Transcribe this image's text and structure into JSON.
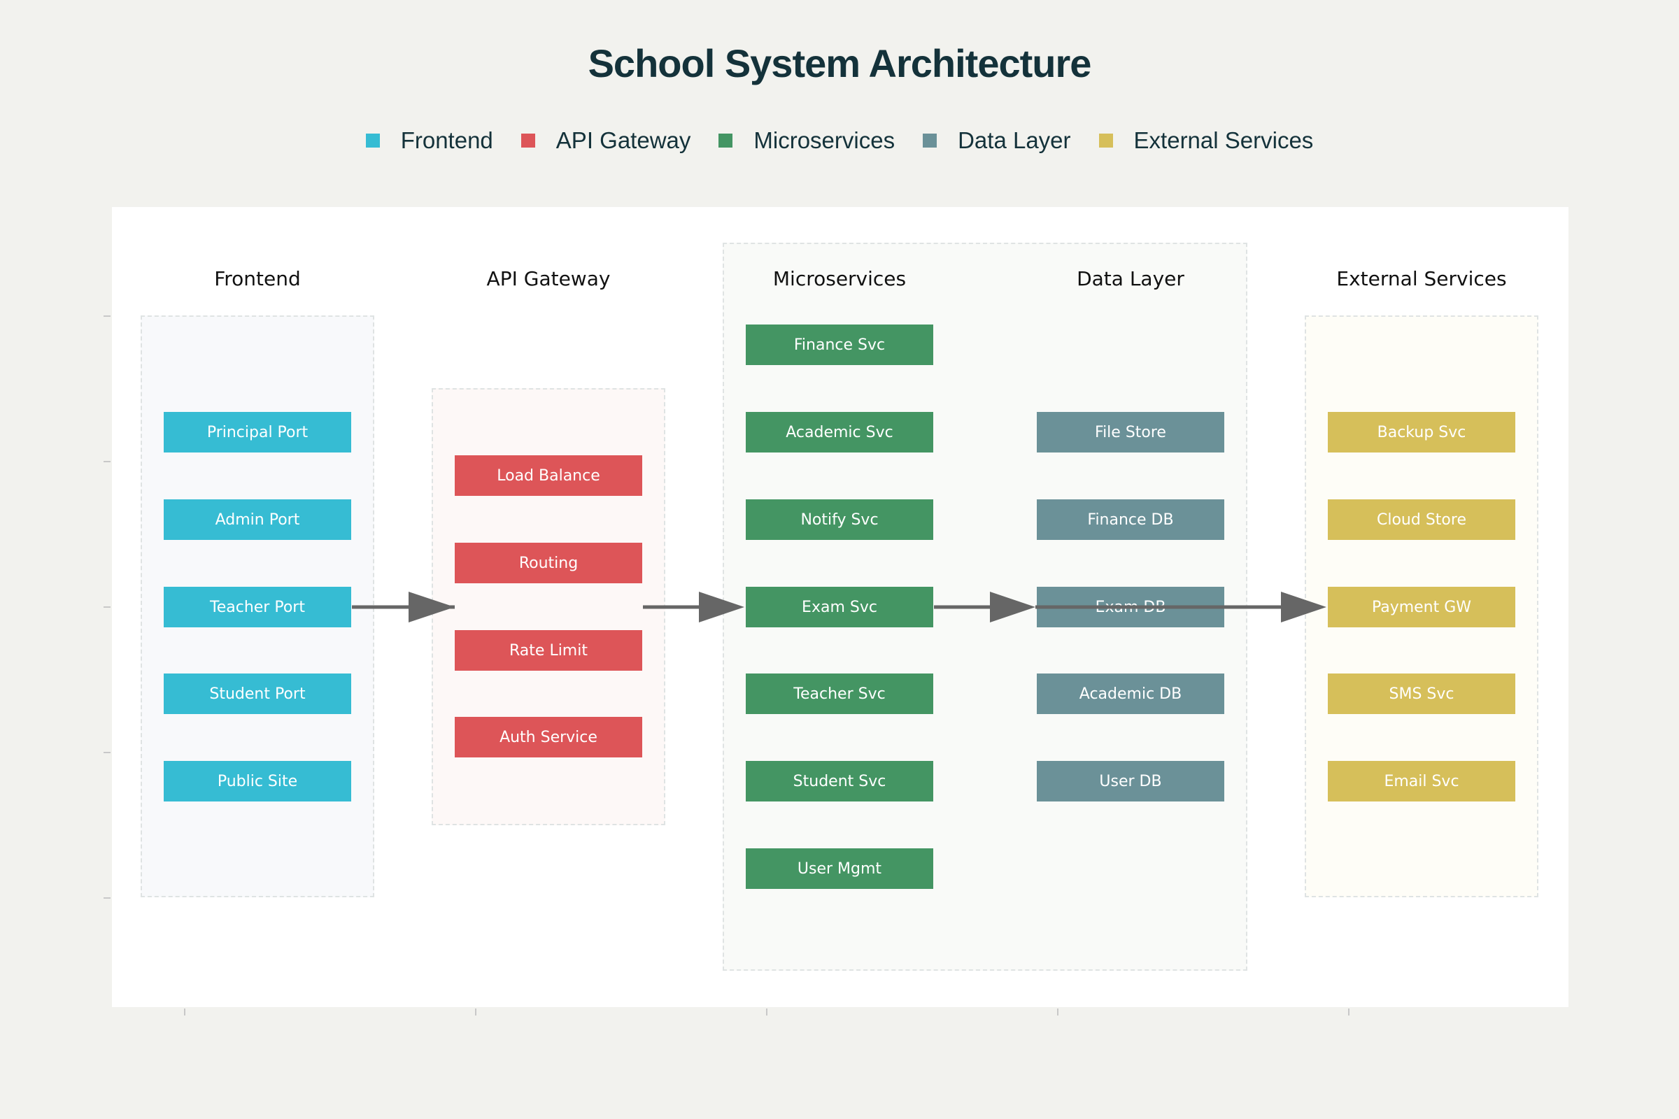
{
  "title": "School System Architecture",
  "legend": [
    {
      "label": "Frontend",
      "color": "#36bcd3"
    },
    {
      "label": "API Gateway",
      "color": "#dd5558"
    },
    {
      "label": "Microservices",
      "color": "#449563"
    },
    {
      "label": "Data Layer",
      "color": "#6b9198"
    },
    {
      "label": "External Services",
      "color": "#d6bf5a"
    }
  ],
  "columns": {
    "frontend": {
      "header": "Frontend",
      "nodes": [
        "Principal Port",
        "Admin Port",
        "Teacher Port",
        "Student Port",
        "Public Site"
      ]
    },
    "gateway": {
      "header": "API Gateway",
      "nodes": [
        "Load Balance",
        "Routing",
        "Rate Limit",
        "Auth Service"
      ]
    },
    "microservices": {
      "header": "Microservices",
      "nodes": [
        "Finance Svc",
        "Academic Svc",
        "Notify Svc",
        "Exam Svc",
        "Teacher Svc",
        "Student Svc",
        "User Mgmt"
      ]
    },
    "data": {
      "header": "Data Layer",
      "nodes": [
        "File Store",
        "Finance DB",
        "Exam DB",
        "Academic DB",
        "User DB"
      ]
    },
    "external": {
      "header": "External Services",
      "nodes": [
        "Backup Svc",
        "Cloud Store",
        "Payment GW",
        "SMS Svc",
        "Email Svc"
      ]
    }
  },
  "colors": {
    "frontend": "#36bcd3",
    "gateway": "#dd5558",
    "microservices": "#449563",
    "data": "#6b9198",
    "external": "#d6bf5a",
    "arrow": "#666666"
  }
}
